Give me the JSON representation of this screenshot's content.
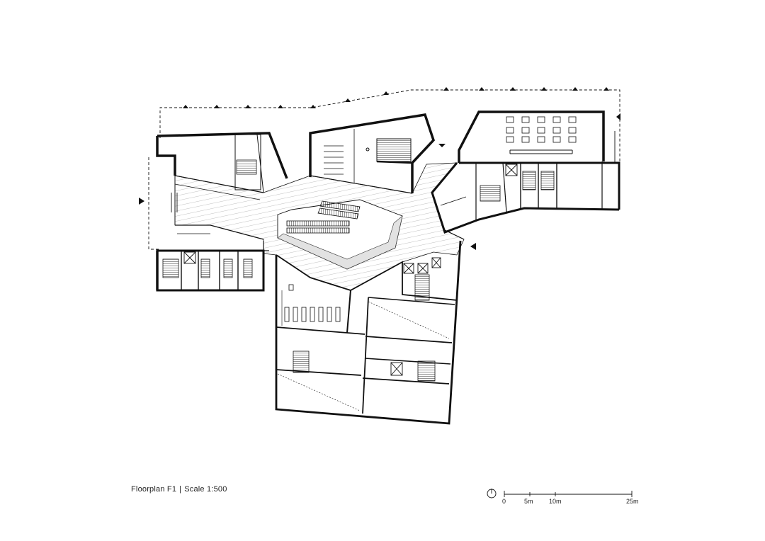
{
  "caption": {
    "title": "Floorplan F1",
    "separator": "|",
    "scale_text": "Scale 1:500"
  },
  "scale_bar": {
    "ticks": [
      "0",
      "5m",
      "10m",
      "25m"
    ]
  },
  "colors": {
    "line": "#111111",
    "hatch": "#9a9a9a",
    "void_fill": "#e2e2e2"
  }
}
